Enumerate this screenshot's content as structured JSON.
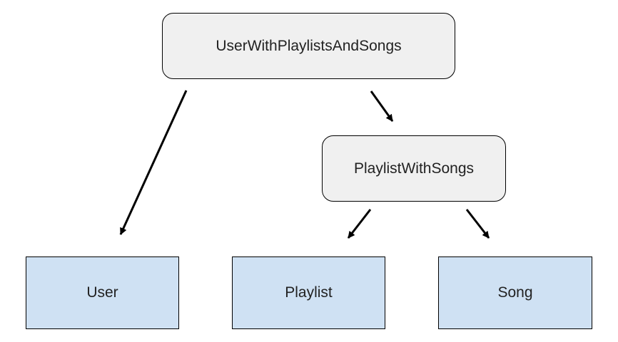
{
  "diagram": {
    "nodes": {
      "user_with_playlists_and_songs": "UserWithPlaylistsAndSongs",
      "playlist_with_songs": "PlaylistWithSongs",
      "user": "User",
      "playlist": "Playlist",
      "song": "Song"
    },
    "edges": [
      {
        "from": "UserWithPlaylistsAndSongs",
        "to": "User"
      },
      {
        "from": "UserWithPlaylistsAndSongs",
        "to": "PlaylistWithSongs"
      },
      {
        "from": "PlaylistWithSongs",
        "to": "Playlist"
      },
      {
        "from": "PlaylistWithSongs",
        "to": "Song"
      }
    ],
    "colors": {
      "composite_fill": "#f0f0f0",
      "entity_fill": "#cfe1f3",
      "stroke": "#000000",
      "text": "#222222"
    }
  }
}
